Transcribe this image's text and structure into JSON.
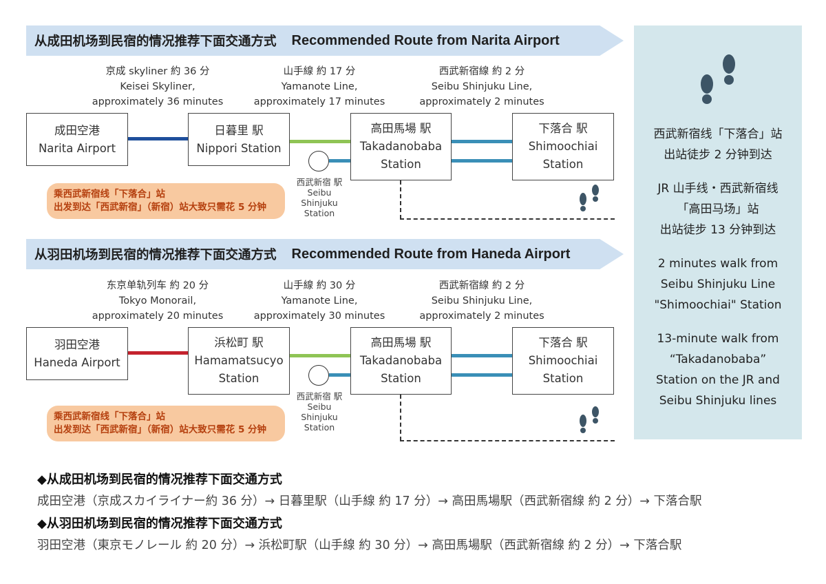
{
  "narita": {
    "banner_cn": "从成田机场到民宿的情况推荐下面交通方式",
    "banner_en": "Recommended Route from Narita Airport",
    "segments": [
      {
        "l1": "京成 skyliner 約 36 分",
        "l2": "Keisei Skyliner,",
        "l3": "approximately 36 minutes"
      },
      {
        "l1": "山手線 約 17 分",
        "l2": "Yamanote Line,",
        "l3": "approximately 17 minutes"
      },
      {
        "l1": "西武新宿線 約 2 分",
        "l2": "Seibu Shinjuku Line,",
        "l3": "approximately 2 minutes"
      }
    ],
    "stations": [
      {
        "l1": "成田空港",
        "l2": "Narita Airport"
      },
      {
        "l1": "日暮里 駅",
        "l2": "Nippori Station"
      },
      {
        "l1": "高田馬場 駅",
        "l2": "Takadanobaba",
        "l3": "Station"
      },
      {
        "l1": "下落合 駅",
        "l2": "Shimoochiai",
        "l3": "Station"
      }
    ],
    "seibu": {
      "l1": "西武新宿 駅",
      "l2": "Seibu",
      "l3": "Shinjuku",
      "l4": "Station"
    },
    "note": {
      "l1": "乘西武新宿线「下落合」站",
      "l2": "出发到达「西武新宿」（新宿）站大致只需花 5 分钟"
    }
  },
  "haneda": {
    "banner_cn": "从羽田机场到民宿的情况推荐下面交通方式",
    "banner_en": "Recommended Route from Haneda Airport",
    "segments": [
      {
        "l1": "东京单轨列车 約 20 分",
        "l2": "Tokyo Monorail,",
        "l3": "approximately 20 minutes"
      },
      {
        "l1": "山手線 約 30 分",
        "l2": "Yamanote Line,",
        "l3": "approximately 30 minutes"
      },
      {
        "l1": "西武新宿線 約 2 分",
        "l2": "Seibu Shinjuku Line,",
        "l3": "approximately 2 minutes"
      }
    ],
    "stations": [
      {
        "l1": "羽田空港",
        "l2": "Haneda Airport"
      },
      {
        "l1": "浜松町 駅",
        "l2": "Hamamatsucyo",
        "l3": "Station"
      },
      {
        "l1": "高田馬場 駅",
        "l2": "Takadanobaba",
        "l3": "Station"
      },
      {
        "l1": "下落合 駅",
        "l2": "Shimoochiai",
        "l3": "Station"
      }
    ],
    "seibu": {
      "l1": "西武新宿 駅",
      "l2": "Seibu",
      "l3": "Shinjuku",
      "l4": "Station"
    },
    "note": {
      "l1": "乘西武新宿线「下落合」站",
      "l2": "出发到达「西武新宿」（新宿）站大致只需花 5 分钟"
    }
  },
  "sidebar": {
    "cn1": {
      "l1": "西武新宿线「下落合」站",
      "l2": "出站徒步 2 分钟到达"
    },
    "cn2": {
      "l1": "JR 山手线・西武新宿线",
      "l2": "「高田马场」站",
      "l3": "出站徒步 13 分钟到达"
    },
    "en1": {
      "l1": "2 minutes walk from",
      "l2": "Seibu Shinjuku Line",
      "l3": "\"Shimoochiai\" Station"
    },
    "en2": {
      "l1": "13-minute walk from",
      "l2": "“Takadanobaba”",
      "l3": "Station on the JR and",
      "l4": "Seibu Shinjuku lines"
    }
  },
  "bottom": {
    "narita_heading": "◆从成田机场到民宿的情况推荐下面交通方式",
    "narita_route": "成田空港（京成スカイライナー約 36 分）→ 日暮里駅（山手線 約 17 分）→ 高田馬場駅（西武新宿線 約 2 分）→ 下落合駅",
    "haneda_heading": "◆从羽田机场到民宿的情况推荐下面交通方式",
    "haneda_route": "羽田空港（東京モノレール 約 20 分）→ 浜松町駅（山手線 約 30 分）→ 高田馬場駅（西武新宿線 約 2 分）→ 下落合駅"
  },
  "colors": {
    "keisei": "#1f4f9c",
    "monorail": "#c4232e",
    "yamanote": "#8fc455",
    "seibu": "#3a8fb7",
    "footprint": "#3d5566"
  }
}
